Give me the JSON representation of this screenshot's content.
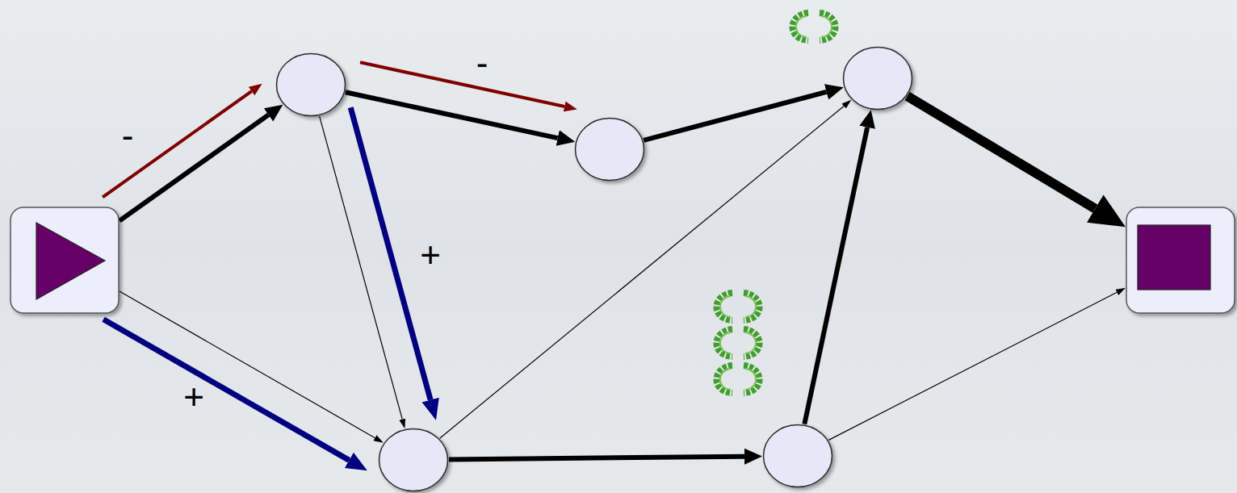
{
  "diagram": {
    "nodes": [
      {
        "text": []
      },
      {
        "text": []
      },
      {
        "text": []
      },
      {
        "text": []
      },
      {
        "text": []
      },
      {
        "text": []
      },
      {
        "text": []
      }
    ],
    "edges": [
      {
        "from": 0,
        "to": 1,
        "arrow": "to"
      },
      {
        "from": 0,
        "to": 1,
        "arrow": "to",
        "label": "-"
      },
      {
        "from": 0,
        "to": 4,
        "arrow": "to"
      },
      {
        "from": 0,
        "to": 4,
        "arrow": "to",
        "label": "+"
      },
      {
        "from": 1,
        "to": 2,
        "arrow": "to"
      },
      {
        "from": 1,
        "to": 2,
        "arrow": "to",
        "label": "-"
      },
      {
        "from": 1,
        "to": 4,
        "arrow": "to"
      },
      {
        "from": 1,
        "to": 4,
        "arrow": "to",
        "label": "+"
      },
      {
        "from": 2,
        "to": 3,
        "arrow": "to"
      },
      {
        "from": 4,
        "to": 3,
        "arrow": "to"
      },
      {
        "from": 4,
        "to": 5,
        "arrow": "to"
      },
      {
        "from": 5,
        "to": 3,
        "arrow": "to"
      },
      {
        "from": 3,
        "to": 6,
        "arrow": "to"
      },
      {
        "from": 5,
        "to": 6,
        "arrow": "to"
      }
    ]
  }
}
